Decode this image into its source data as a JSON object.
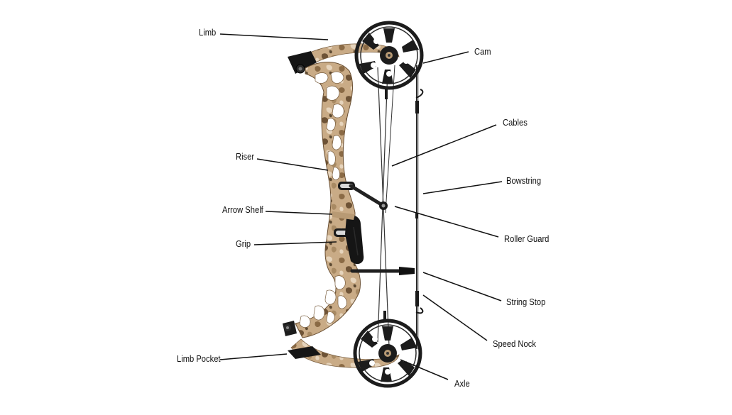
{
  "diagram": {
    "subject": "compound-bow",
    "colors": {
      "background": "#ffffff",
      "leader_line": "#111111",
      "camo_base": "#c9ab86",
      "camo_dark": "#6e5336",
      "camo_light": "#e6d4bc",
      "cam_black": "#1c1c1c",
      "grip_black": "#151515",
      "string": "#2a2a2a"
    },
    "labels": {
      "limb": "Limb",
      "cam": "Cam",
      "cables": "Cables",
      "riser": "Riser",
      "bowstring": "Bowstring",
      "arrow_shelf": "Arrow Shelf",
      "roller_guard": "Roller Guard",
      "grip": "Grip",
      "string_stop": "String Stop",
      "speed_nock": "Speed Nock",
      "limb_pocket": "Limb Pocket",
      "axle": "Axle"
    }
  }
}
